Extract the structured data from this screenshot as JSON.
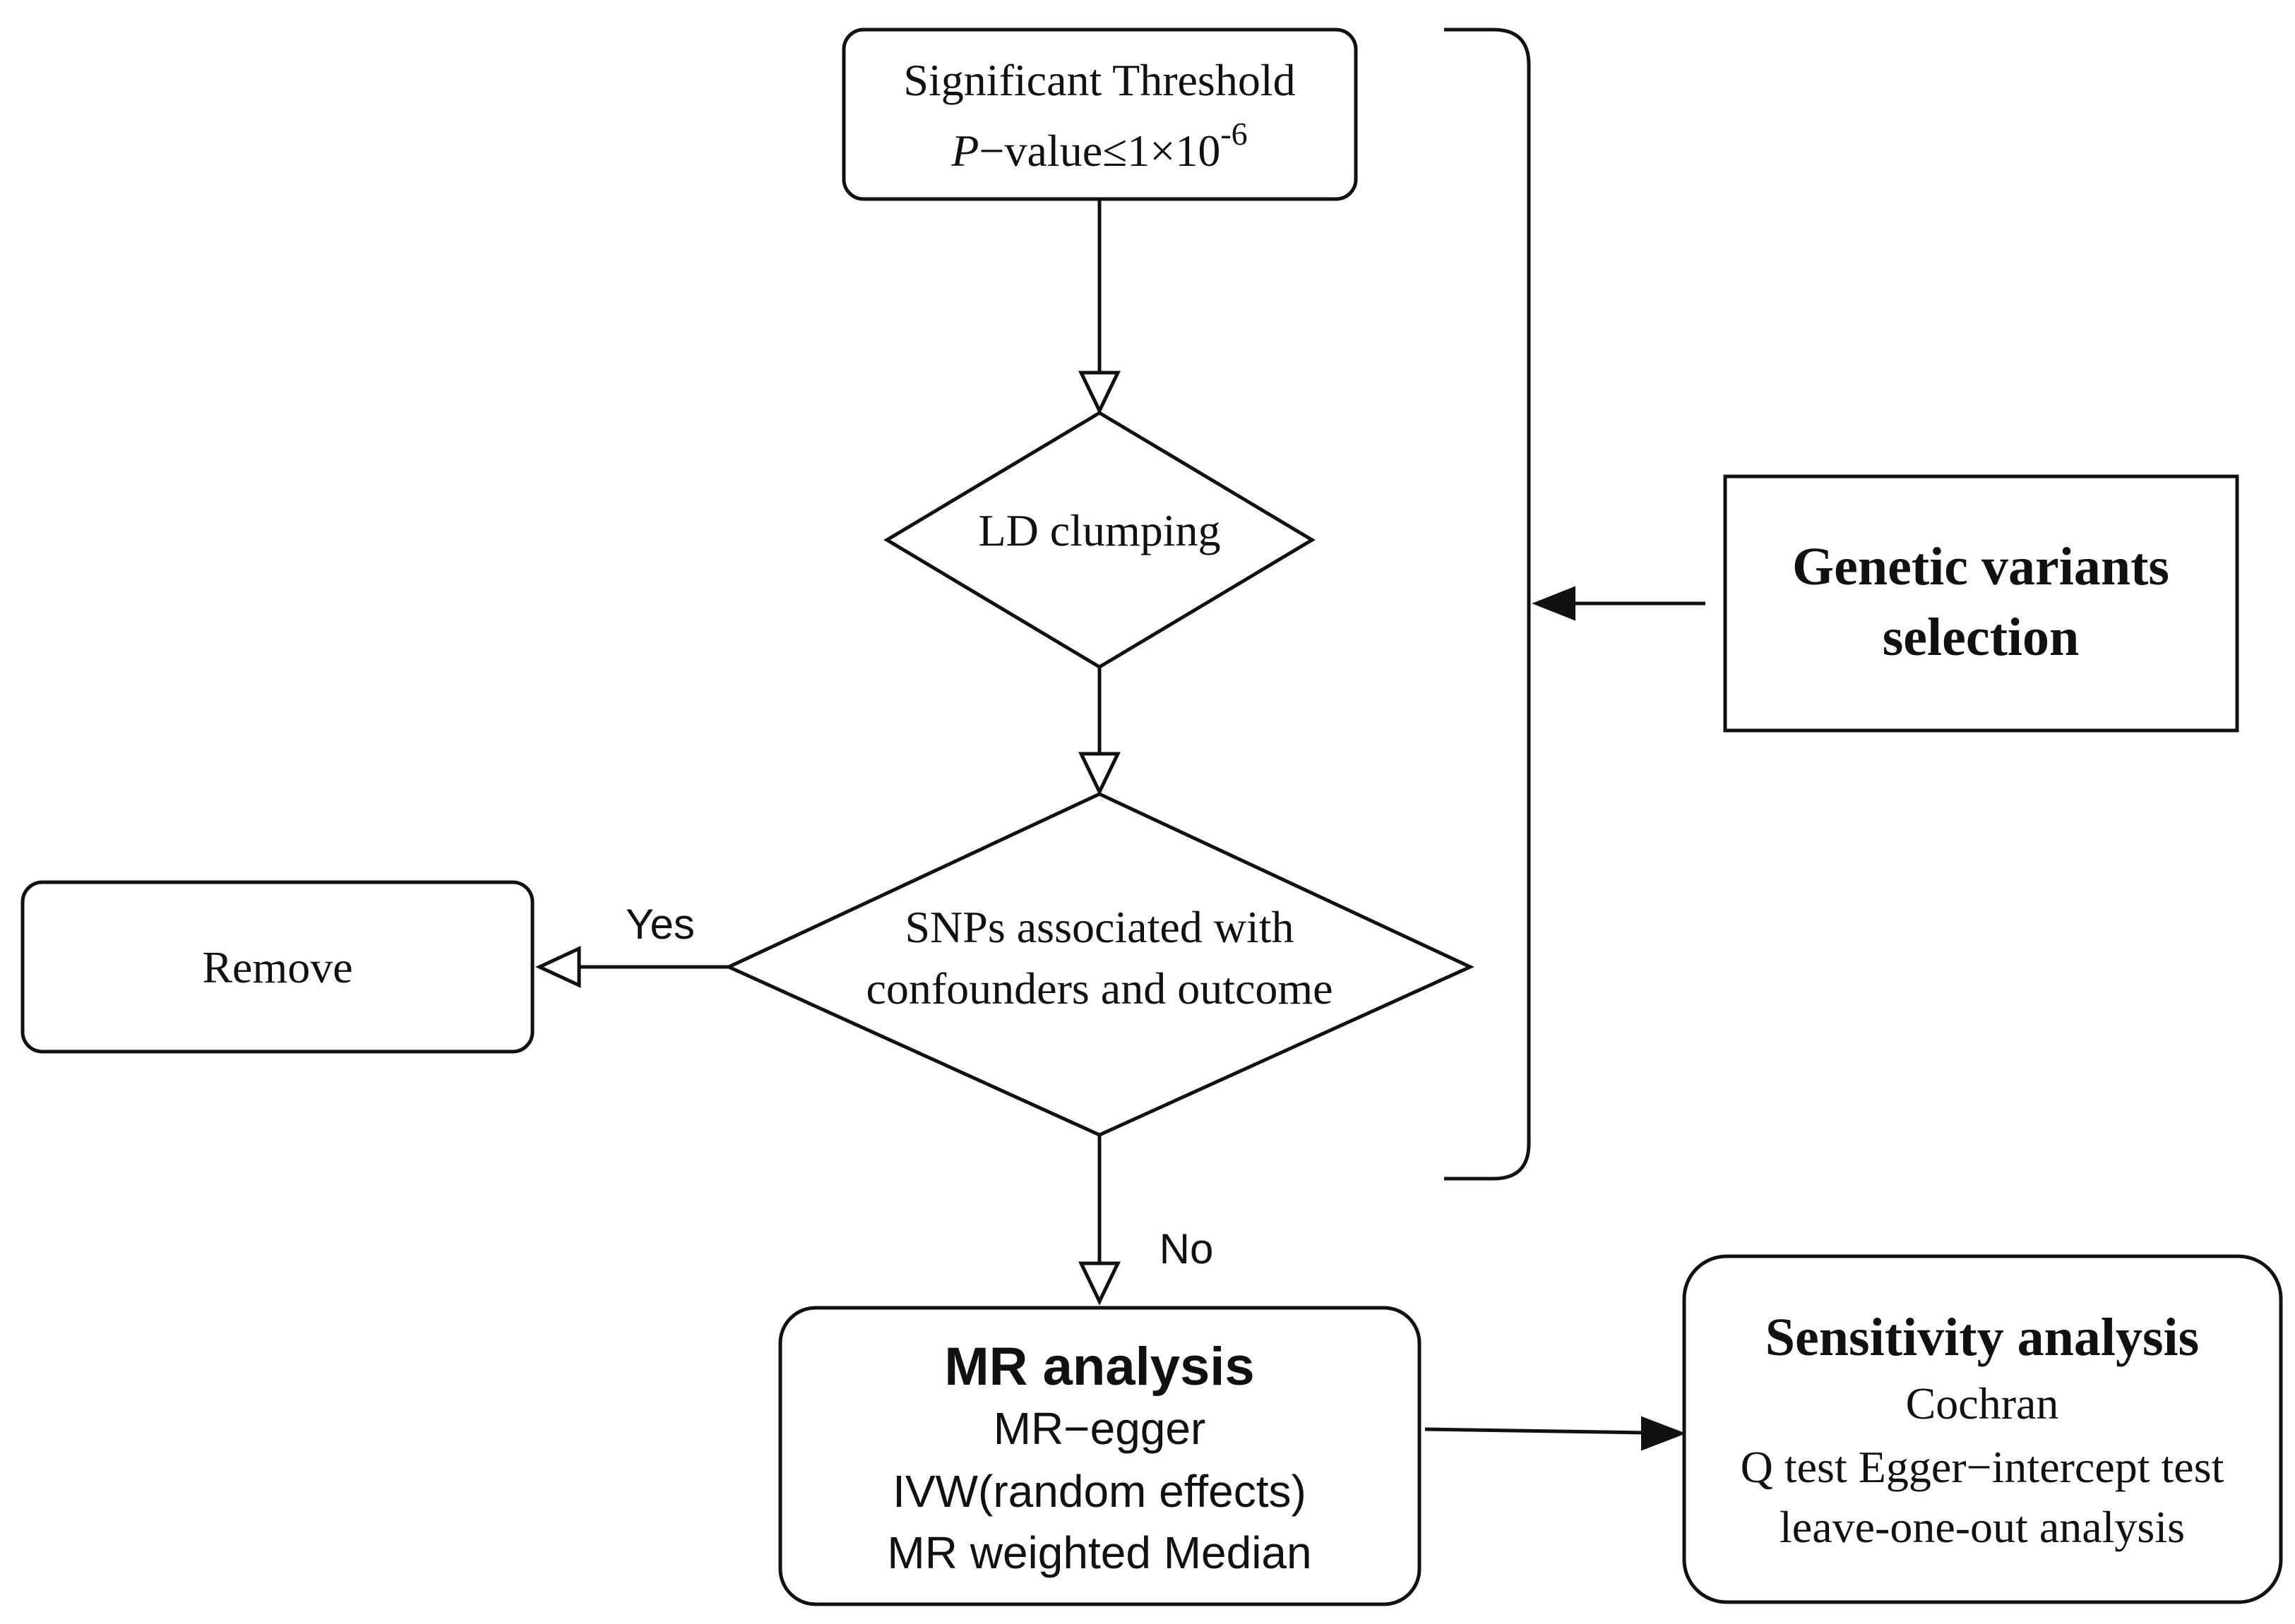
{
  "nodes": {
    "threshold": {
      "line1": "Significant Threshold",
      "p": "P",
      "rest": "−value≤1×10",
      "exp": "-6"
    },
    "ld_clumping": {
      "label": "LD clumping"
    },
    "snps_decision": {
      "line1": "SNPs associated with",
      "line2": "confounders and outcome"
    },
    "remove": {
      "label": "Remove"
    },
    "genetic_variants": {
      "line1": "Genetic variants",
      "line2": "selection"
    },
    "mr_analysis": {
      "title": "MR analysis",
      "line1": "MR−egger",
      "line2": "IVW(random effects)",
      "line3": "MR weighted Median"
    },
    "sensitivity": {
      "title": "Sensitivity analysis",
      "line1": "Cochran",
      "line2": "Q test Egger−intercept test",
      "line3": "leave-one-out analysis"
    }
  },
  "edges": {
    "yes_label": "Yes",
    "no_label": "No"
  }
}
